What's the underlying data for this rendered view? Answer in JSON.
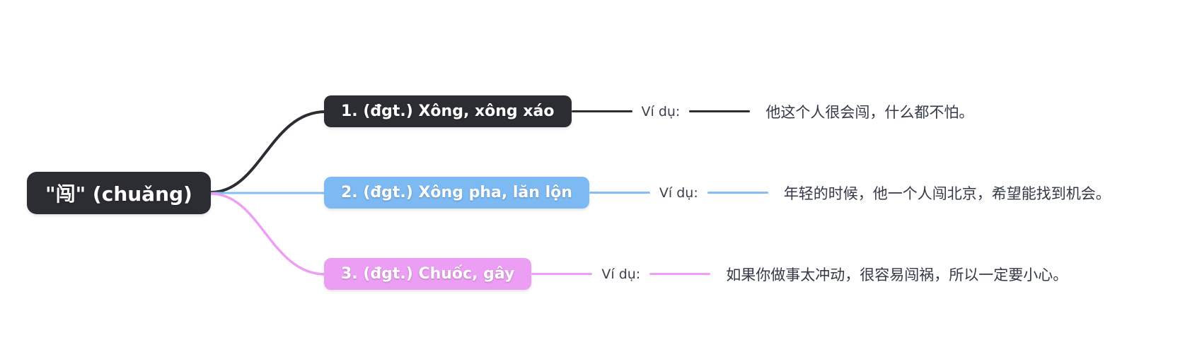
{
  "diagram": {
    "type": "mindmap",
    "background": "#ffffff"
  },
  "root": {
    "label": "\"闯\" (chuǎng)",
    "bg_color": "#2b2d33",
    "text_color": "#ffffff"
  },
  "branches": [
    {
      "label": "1. (đgt.) Xông, xông xáo",
      "color": "#2b2d33",
      "text_color": "#ffffff",
      "example_label": "Ví dụ:",
      "example": "他这个人很会闯，什么都不怕。"
    },
    {
      "label": "2. (đgt.) Xông pha, lăn lộn",
      "color": "#85bdf5",
      "text_color": "#ffffff",
      "example_label": "Ví dụ:",
      "example": "年轻的时候，他一个人闯北京，希望能找到机会。"
    },
    {
      "label": "3. (đgt.) Chuốc, gây",
      "color": "#ee9ff5",
      "text_color": "#ffffff",
      "example_label": "Ví dụ:",
      "example": "如果你做事太冲动，很容易闯祸，所以一定要小心。"
    }
  ],
  "text_colors": {
    "example_label": "#3c3f4d",
    "example_text": "#333947"
  }
}
